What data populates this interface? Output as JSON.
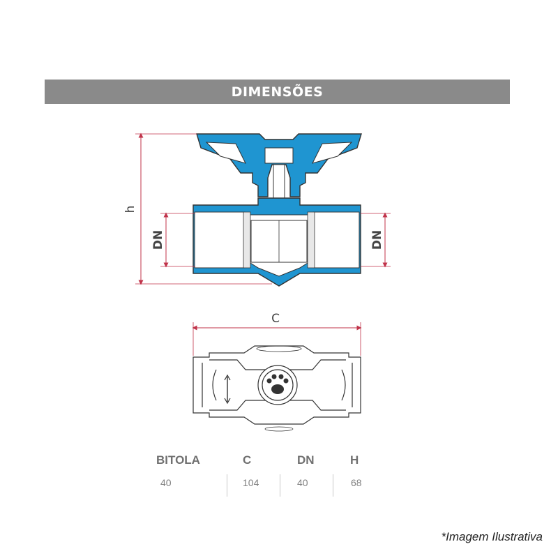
{
  "header": {
    "title": "DIMENSÕES"
  },
  "diagram": {
    "labels": {
      "height": "h",
      "dn_left": "DN",
      "dn_right": "DN",
      "length": "C"
    },
    "colors": {
      "handle_blue": "#1f95d1",
      "dim_red": "#c0334a",
      "outline": "#333333"
    }
  },
  "table": {
    "headers": [
      "BITOLA",
      "C",
      "DN",
      "H"
    ],
    "values": [
      "40",
      "104",
      "40",
      "68"
    ]
  },
  "footnote": "*Imagem Ilustrativa"
}
